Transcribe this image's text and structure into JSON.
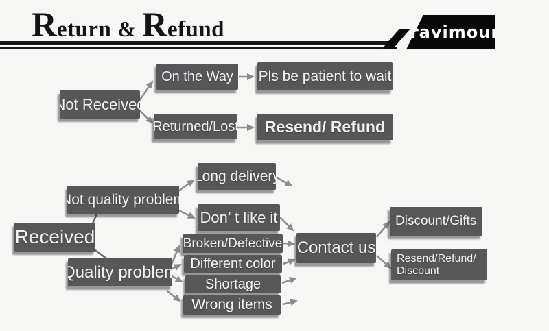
{
  "header": {
    "title": {
      "c1": "R",
      "w1": "eturn",
      "amp": "&",
      "c2": "R",
      "w2": "efund"
    },
    "logo_text": "ravimour"
  },
  "flow": {
    "nodes": {
      "not_received": "Not Received",
      "on_the_way": "On the Way",
      "pls_wait": "Pls be patient to wait",
      "returned_lost": "Returned/Lost",
      "resend_refund": "Resend/ Refund",
      "received": "Received",
      "not_quality": "Not quality problem",
      "quality": "Quality problem",
      "long_delivery": "Long delivery",
      "dont_like": "Don’ t like it",
      "broken": "Broken/Defective",
      "different_color": "Different color",
      "shortage": "Shortage",
      "wrong_items": "Wrong items",
      "contact_us": "Contact us",
      "discount_gifts": "Discount/Gifts",
      "resend_refund_discount_line1": "Resend/Refund/",
      "resend_refund_discount_line2": "Discount"
    }
  },
  "colors": {
    "box_fill": "#57575a",
    "box_text": "#f2f2f2",
    "arrow": "#8d8d8d",
    "ink": "#141414",
    "logo_bg": "#0a0a0a",
    "logo_text": "#ffffff",
    "background": "#f6f6f4"
  }
}
